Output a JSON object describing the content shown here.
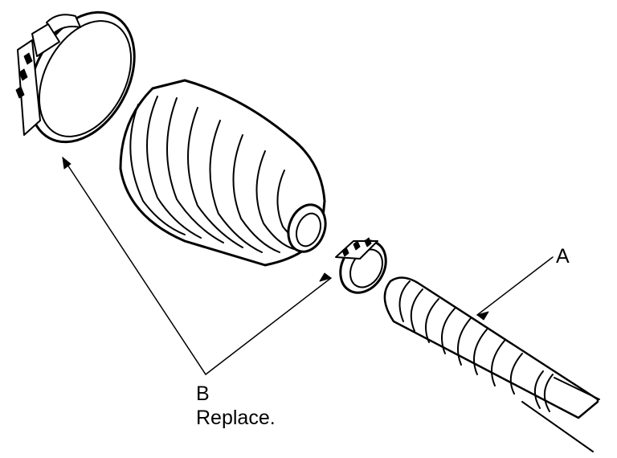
{
  "labels": {
    "a": "A",
    "b": "B",
    "b_note": "Replace."
  },
  "parts": {
    "large_band": "large-boot-band",
    "boot": "cv-joint-boot",
    "small_band": "small-boot-band",
    "shaft": "driveshaft"
  },
  "colors": {
    "line": "#000000",
    "fill": "#ffffff"
  }
}
